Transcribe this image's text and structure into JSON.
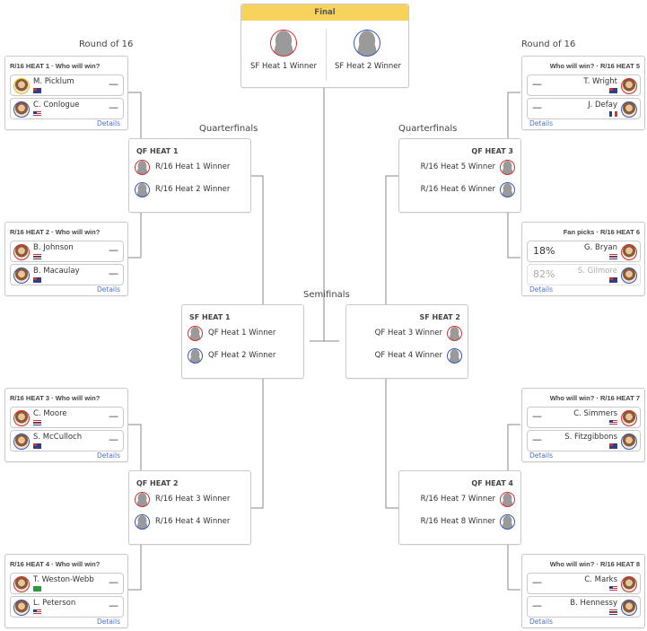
{
  "final": {
    "title": "Final",
    "slots": [
      "SF Heat 1 Winner",
      "SF Heat 2 Winner"
    ]
  },
  "labels": {
    "round_of_16_left": "Round of 16",
    "round_of_16_right": "Round of 16",
    "quarterfinals_left": "Quarterfinals",
    "quarterfinals_right": "Quarterfinals",
    "semifinals": "Semifinals"
  },
  "colors": {
    "red": "#cc3333",
    "blue": "#3357b8",
    "yellow": "#e6c02a",
    "header": "#f7d25c",
    "link": "#4a74c4"
  },
  "r16": [
    {
      "title": "R/16 HEAT 1 · Who will win?",
      "side": "left",
      "surfers": [
        {
          "name": "M. Picklum",
          "flag": "aus",
          "ring": "yellow",
          "score": "—"
        },
        {
          "name": "C. Conlogue",
          "flag": "usa",
          "ring": "blue",
          "score": "—"
        }
      ],
      "details": "Details"
    },
    {
      "title": "R/16 HEAT 2 · Who will win?",
      "side": "left",
      "surfers": [
        {
          "name": "B. Johnson",
          "flag": "haw",
          "ring": "red",
          "score": "—"
        },
        {
          "name": "B. Macaulay",
          "flag": "aus",
          "ring": "blue",
          "score": "—"
        }
      ],
      "details": "Details"
    },
    {
      "title": "R/16 HEAT 3 · Who will win?",
      "side": "left",
      "surfers": [
        {
          "name": "C. Moore",
          "flag": "haw",
          "ring": "red",
          "score": "—"
        },
        {
          "name": "S. McCulloch",
          "flag": "aus",
          "ring": "blue",
          "score": "—"
        }
      ],
      "details": "Details"
    },
    {
      "title": "R/16 HEAT 4 · Who will win?",
      "side": "left",
      "surfers": [
        {
          "name": "T. Weston-Webb",
          "flag": "bra",
          "ring": "red",
          "score": "—"
        },
        {
          "name": "L. Peterson",
          "flag": "usa",
          "ring": "blue",
          "score": "—"
        }
      ],
      "details": "Details"
    },
    {
      "title": "Who will win? · R/16 HEAT 5",
      "side": "right",
      "surfers": [
        {
          "name": "T. Wright",
          "flag": "aus",
          "ring": "red",
          "score": "—"
        },
        {
          "name": "J. Defay",
          "flag": "fra",
          "ring": "blue",
          "score": "—"
        }
      ],
      "details": "Details"
    },
    {
      "title": "Fan picks · R/16 HEAT 6",
      "side": "right",
      "surfers": [
        {
          "name": "G. Bryan",
          "flag": "haw",
          "ring": "red",
          "score": "18%"
        },
        {
          "name": "S. Gilmore",
          "flag": "aus",
          "ring": "blue",
          "score": "82%",
          "dim": true
        }
      ],
      "details": "Details"
    },
    {
      "title": "Who will win? · R/16 HEAT 7",
      "side": "right",
      "surfers": [
        {
          "name": "C. Simmers",
          "flag": "usa",
          "ring": "red",
          "score": "—"
        },
        {
          "name": "S. Fitzgibbons",
          "flag": "aus",
          "ring": "blue",
          "score": "—"
        }
      ],
      "details": "Details"
    },
    {
      "title": "Who will win? · R/16 HEAT 8",
      "side": "right",
      "surfers": [
        {
          "name": "C. Marks",
          "flag": "usa",
          "ring": "red",
          "score": "—"
        },
        {
          "name": "B. Hennessy",
          "flag": "haw",
          "ring": "blue",
          "score": "—"
        }
      ],
      "details": "Details"
    }
  ],
  "qf": [
    {
      "title": "QF HEAT 1",
      "side": "left",
      "slots": [
        "R/16 Heat 1 Winner",
        "R/16 Heat 2 Winner"
      ]
    },
    {
      "title": "QF HEAT 2",
      "side": "left",
      "slots": [
        "R/16 Heat 3 Winner",
        "R/16 Heat 4 Winner"
      ]
    },
    {
      "title": "QF HEAT 3",
      "side": "right",
      "slots": [
        "R/16 Heat 5 Winner",
        "R/16 Heat 6 Winner"
      ]
    },
    {
      "title": "QF HEAT 4",
      "side": "right",
      "slots": [
        "R/16 Heat 7 Winner",
        "R/16 Heat 8 Winner"
      ]
    }
  ],
  "sf": [
    {
      "title": "SF HEAT 1",
      "side": "left",
      "slots": [
        "QF Heat 1 Winner",
        "QF Heat 2 Winner"
      ]
    },
    {
      "title": "SF HEAT 2",
      "side": "right",
      "slots": [
        "QF Heat 3 Winner",
        "QF Heat 4 Winner"
      ]
    }
  ]
}
